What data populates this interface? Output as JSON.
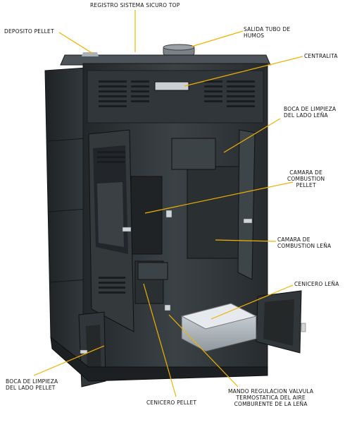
{
  "labels": {
    "registro": "REGISTRO SISTEMA SICURO TOP",
    "deposito": "DEPOSITO PELLET",
    "salida_l1": "SALIDA TUBO DE",
    "salida_l2": "HUMOS",
    "centralita": "CENTRALITA",
    "boca_lena_l1": "BOCA DE LIMPIEZA",
    "boca_lena_l2": "DEL LADO LEÑA",
    "camara_pellet_l1": "CAMARA DE",
    "camara_pellet_l2": "COMBUSTION",
    "camara_pellet_l3": "PELLET",
    "camara_lena_l1": "CAMARA DE",
    "camara_lena_l2": "COMBUSTION LEÑA",
    "cenicero_lena": "CENICERO LEÑA",
    "boca_pellet_l1": "BOCA DE LIMPIEZA",
    "boca_pellet_l2": "DEL LADO PELLET",
    "cenicero_pellet": "CENICERO PELLET",
    "mando_l1": "MANDO REGULACION VALVULA",
    "mando_l2": "TERMOSTATICA DEL AIRE",
    "mando_l3": "COMBURENTE DE LA LEÑA"
  },
  "colors": {
    "stove_body": "#2e3336",
    "stove_dark": "#1c2022",
    "stove_light": "#4a5156",
    "callout_line": "#f2b100"
  }
}
